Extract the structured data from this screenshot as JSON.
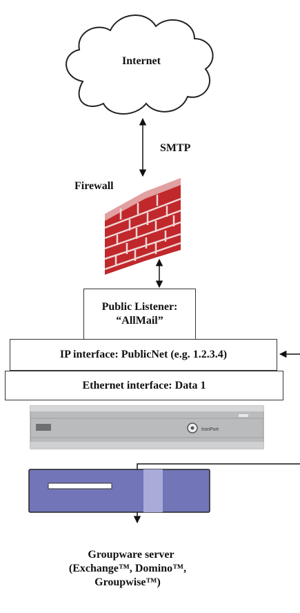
{
  "internet": {
    "label": "Internet"
  },
  "smtp": {
    "label": "SMTP"
  },
  "firewall": {
    "label": "Firewall"
  },
  "listener": {
    "line1": "Public Listener:",
    "line2": "“AllMail”"
  },
  "ip_interface": {
    "label": "IP interface: PublicNet (e.g. 1.2.3.4)"
  },
  "ethernet_interface": {
    "label": "Ethernet interface: Data 1"
  },
  "appliance": {
    "brand_text": "IronPort"
  },
  "groupware": {
    "line1": "Groupware server",
    "line2": "(Exchange™, Domino™,",
    "line3": "Groupwise™)"
  },
  "colors": {
    "brick": "#c0282c",
    "mortar": "#f0d6d6",
    "server_body": "#7275b7",
    "server_highlight": "#a9abd8",
    "appliance_body": "#b9bbbd"
  }
}
